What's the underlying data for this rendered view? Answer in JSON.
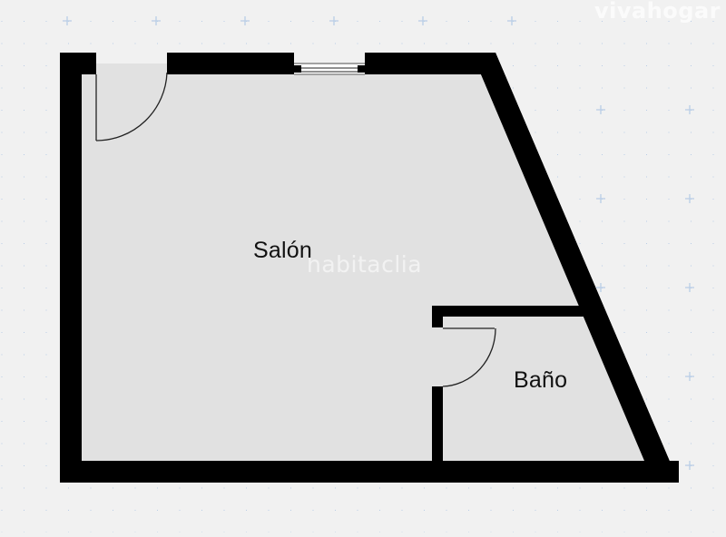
{
  "floorplan": {
    "rooms": [
      {
        "name": "Salón"
      },
      {
        "name": "Baño"
      }
    ],
    "watermarks": {
      "brand_top_right": "vivahogar",
      "center": "habitaclia"
    },
    "colors": {
      "background": "#f1f1f1",
      "room_fill": "#e1e1e1",
      "wall": "#000000",
      "grid": "#b9cde6",
      "text": "#111111"
    },
    "icons": {
      "grid_marker": "plus-icon",
      "grid_dot": "dot-icon"
    }
  }
}
